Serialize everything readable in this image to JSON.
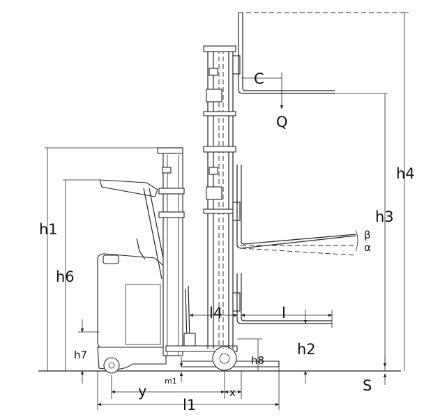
{
  "labels": {
    "h1": "h1",
    "h2": "h2",
    "h3": "h3",
    "h4": "h4",
    "h6": "h6",
    "h7": "h7",
    "h8": "h8",
    "l": "l",
    "l1": "l1",
    "l4": "l4",
    "y": "y",
    "x": "x",
    "m1": "m1",
    "s": "S",
    "c": "C",
    "q": "Q",
    "alpha": "α",
    "beta": "β"
  }
}
